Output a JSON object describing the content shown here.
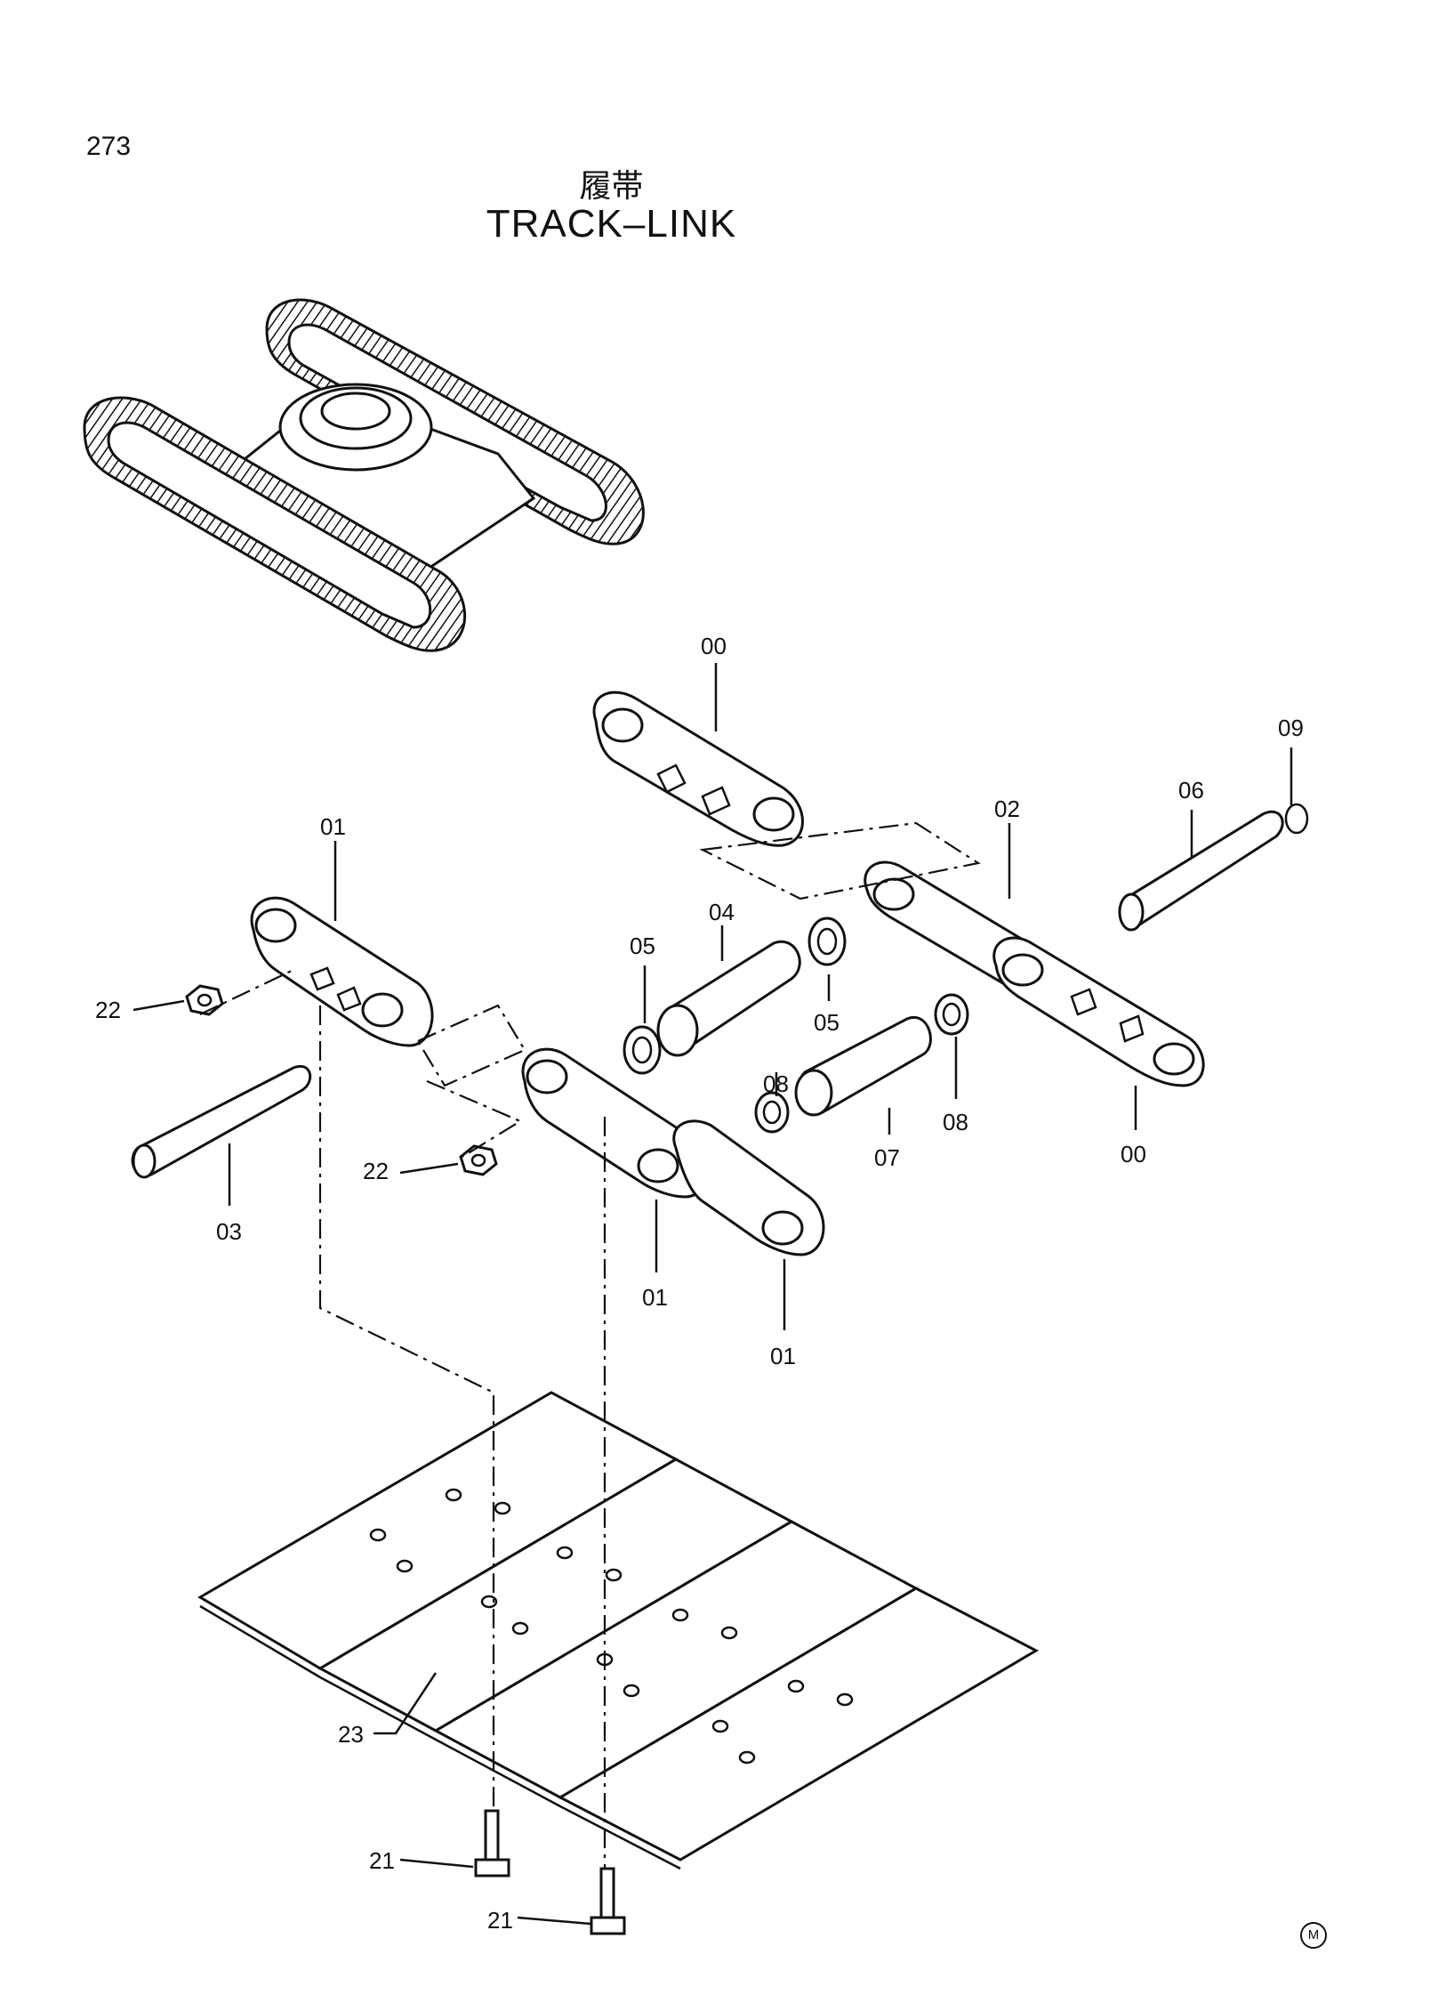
{
  "page": {
    "number": "273",
    "title_jp": "履帯",
    "title_en": "TRACK–LINK",
    "corner_mark": "M"
  },
  "callouts": [
    {
      "label": "00"
    },
    {
      "label": "01"
    },
    {
      "label": "09"
    },
    {
      "label": "06"
    },
    {
      "label": "02"
    },
    {
      "label": "04"
    },
    {
      "label": "05"
    },
    {
      "label": "22"
    },
    {
      "label": "05"
    },
    {
      "label": "08"
    },
    {
      "label": "08"
    },
    {
      "label": "07"
    },
    {
      "label": "00"
    },
    {
      "label": "03"
    },
    {
      "label": "22"
    },
    {
      "label": "01"
    },
    {
      "label": "01"
    },
    {
      "label": "23"
    },
    {
      "label": "21"
    },
    {
      "label": "21"
    }
  ]
}
